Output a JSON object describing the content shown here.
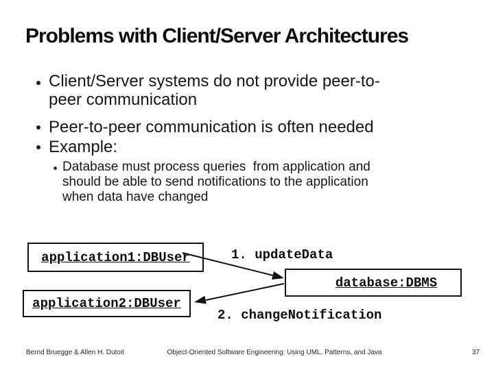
{
  "slide": {
    "title": "Problems with Client/Server Architectures",
    "bullets": [
      {
        "lines": [
          "Client/Server systems do not provide peer-to-",
          "peer communication"
        ]
      },
      {
        "lines": [
          "Peer-to-peer communication is often needed"
        ]
      },
      {
        "lines": [
          "Example:"
        ]
      }
    ],
    "sub_bullets": [
      {
        "lines": [
          "Database must process queries  from application and",
          "should be able to send notifications to the application",
          "when data have changed"
        ]
      }
    ]
  },
  "diagram": {
    "boxes": [
      {
        "id": "application1",
        "label": "application1:DBUser"
      },
      {
        "id": "database",
        "label": "database:DBMS"
      },
      {
        "id": "application2",
        "label": "application2:DBUser"
      }
    ],
    "messages": [
      {
        "label": "1. updateData"
      },
      {
        "label": "2. changeNotification"
      }
    ]
  },
  "footer": {
    "authors": "Bernd Bruegge & Allen H. Dutoit",
    "book": "Object-Oriented Software Engineering: Using UML, Patterns, and Java",
    "page": "37"
  },
  "colors": {
    "text": "#111111",
    "background": "#ffffff",
    "diagram_line": "#111111"
  }
}
